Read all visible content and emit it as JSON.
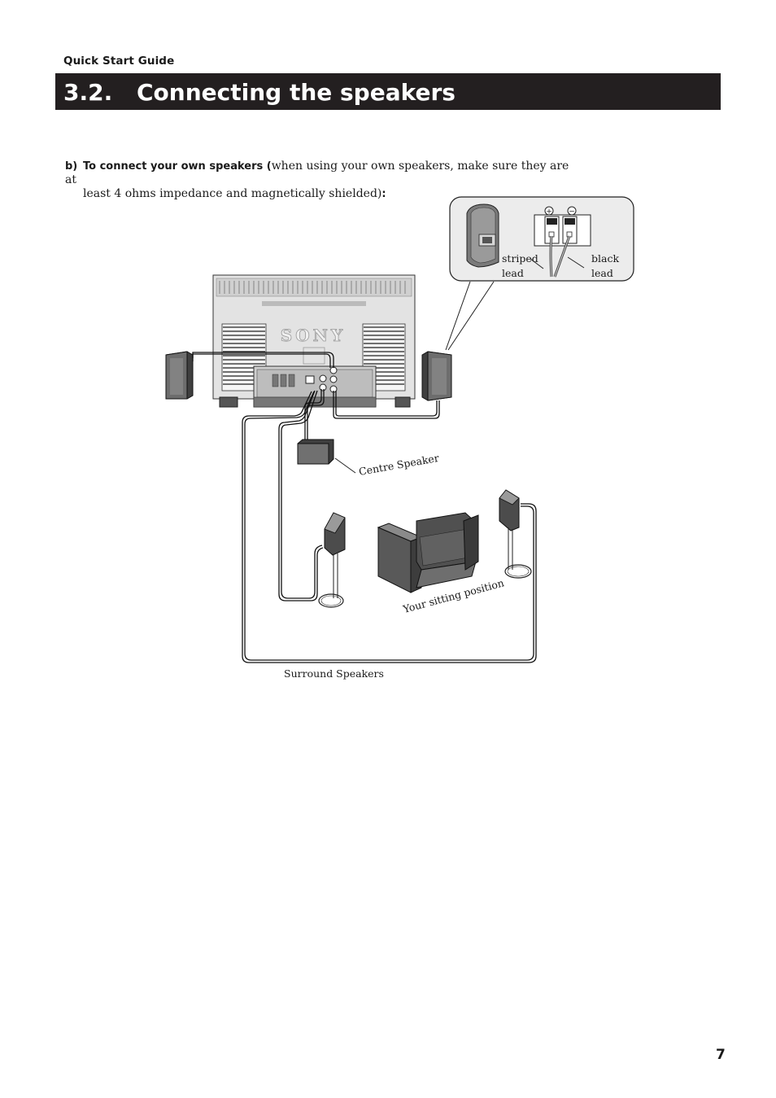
{
  "header": {
    "running_title": "Quick Start Guide",
    "section_number": "3.2.",
    "section_title": "Connecting the speakers"
  },
  "instruction": {
    "label": "b)",
    "lead_bold": "To connect your own speakers (",
    "text_line1": "when using your own speakers, make sure they are at",
    "text_line2": "least 4 ohms impedance and magnetically shielded)",
    "closing_bold": ":"
  },
  "figure": {
    "inset": {
      "striped_lead": [
        "striped",
        "lead"
      ],
      "black_lead": [
        "black",
        "lead"
      ],
      "plus_symbol": "+",
      "minus_symbol": "−"
    },
    "tv_logo": "SONY",
    "centre_speaker_label": "Centre Speaker",
    "sitting_position_label": "Your sitting position",
    "surround_speakers_label": "Surround Speakers"
  },
  "footer": {
    "page_number": "7"
  }
}
